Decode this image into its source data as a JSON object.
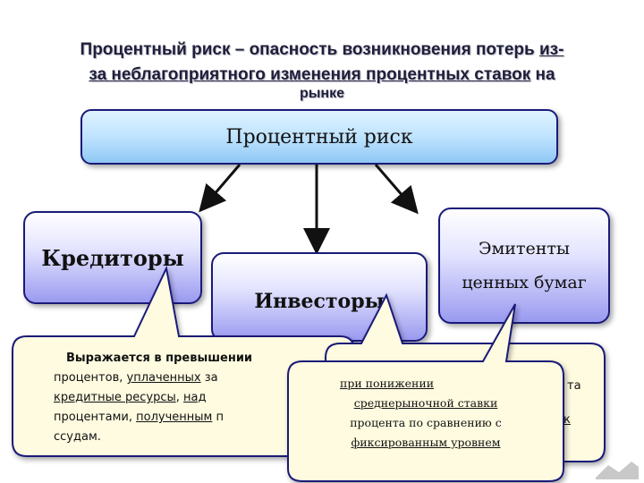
{
  "title": {
    "line1_a": "Процентный риск – опасность возникновения потерь ",
    "line1_b": "из-",
    "line2_a": "за неблагоприятного изменения процентных ставок",
    "line2_b": " на",
    "line3": "рынке"
  },
  "root": {
    "label": "Процентный риск"
  },
  "branches": [
    {
      "label": "Кредиторы"
    },
    {
      "label": "Инвесторы"
    },
    {
      "label_line1": "Эмитенты",
      "label_line2": "ценных бумаг"
    }
  ],
  "creditors_callout": {
    "line1": "Выражается в превышении",
    "line2_a": "процентов, ",
    "line2_b": "уплаченных",
    "line2_c": " за",
    "line3_a": "кредитные ресурсы",
    "line3_b": ", ",
    "line3_c": "над",
    "line4_a": "процентами, ",
    "line4_b": "полученным",
    "line4_c": " п",
    "line5": "ссудам."
  },
  "issuers_callout": {
    "line1": "при понижении",
    "line2": "среднерыночной ставки",
    "line3": "процента по сравнению с",
    "line4": "фиксированным уровнем"
  },
  "hidden_fragments": {
    "right_top": "та",
    "right_mid": "к"
  },
  "colors": {
    "box_border": "#1a1a7a",
    "callout_fill": "#fffbe0",
    "arrow": "#111111"
  }
}
